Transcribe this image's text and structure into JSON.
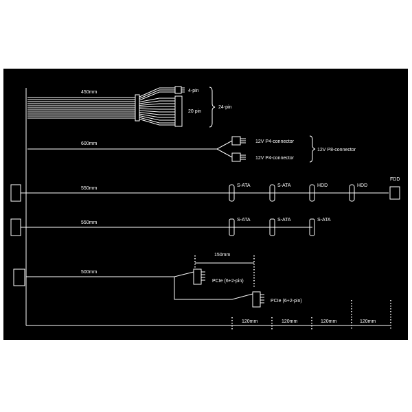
{
  "colors": {
    "background": "#000000",
    "lines": "#ffffff"
  },
  "cables": {
    "atx": {
      "length": "450mm",
      "pin4": "4-pin",
      "pin20": "20 pin",
      "group": "24-pin"
    },
    "cpu": {
      "length": "600mm",
      "conn1": "12V P4-connector",
      "conn2": "12V P4-connector",
      "group": "12V P8-connector"
    },
    "sata1": {
      "length": "550mm",
      "c1": "S-ATA",
      "c2": "S-ATA",
      "c3": "HDD",
      "c4": "HDD",
      "c5": "FDD"
    },
    "sata2": {
      "length": "550mm",
      "c1": "S-ATA",
      "c2": "S-ATA",
      "c3": "S-ATA"
    },
    "pcie": {
      "length": "500mm",
      "spacing": "150mm",
      "conn1": "PCIe (6+2-pin)",
      "conn2": "PCIe (6+2-pin)"
    }
  },
  "spacing": [
    "120mm",
    "120mm",
    "120mm",
    "120mm"
  ]
}
